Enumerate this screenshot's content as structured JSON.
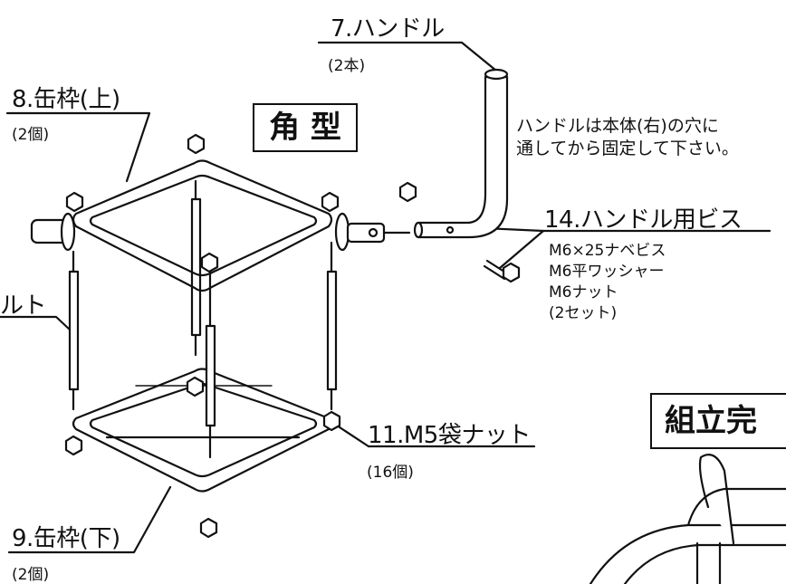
{
  "title_box": "角 型",
  "complete_box": "組立完",
  "parts": [
    {
      "id": "handle",
      "name": "7.ハンドル",
      "qty": "(2本)"
    },
    {
      "id": "frame-top",
      "name": "8.缶枠(上)",
      "qty": "(2個)"
    },
    {
      "id": "frame-bottom",
      "name": "9.缶枠(下)",
      "qty": "(2個)"
    },
    {
      "id": "bolt",
      "name": "ルト"
    },
    {
      "id": "cap-nut",
      "name": "11.M5袋ナット",
      "qty": "(16個)"
    },
    {
      "id": "handle-screw",
      "name": "14.ハンドル用ビス",
      "specs": [
        "M6×25ナベビス",
        "M6平ワッシャー",
        "M6ナット",
        "(2セット)"
      ]
    }
  ],
  "note_lines": [
    "ハンドルは本体(右)の穴に",
    "通してから固定して下さい。"
  ]
}
